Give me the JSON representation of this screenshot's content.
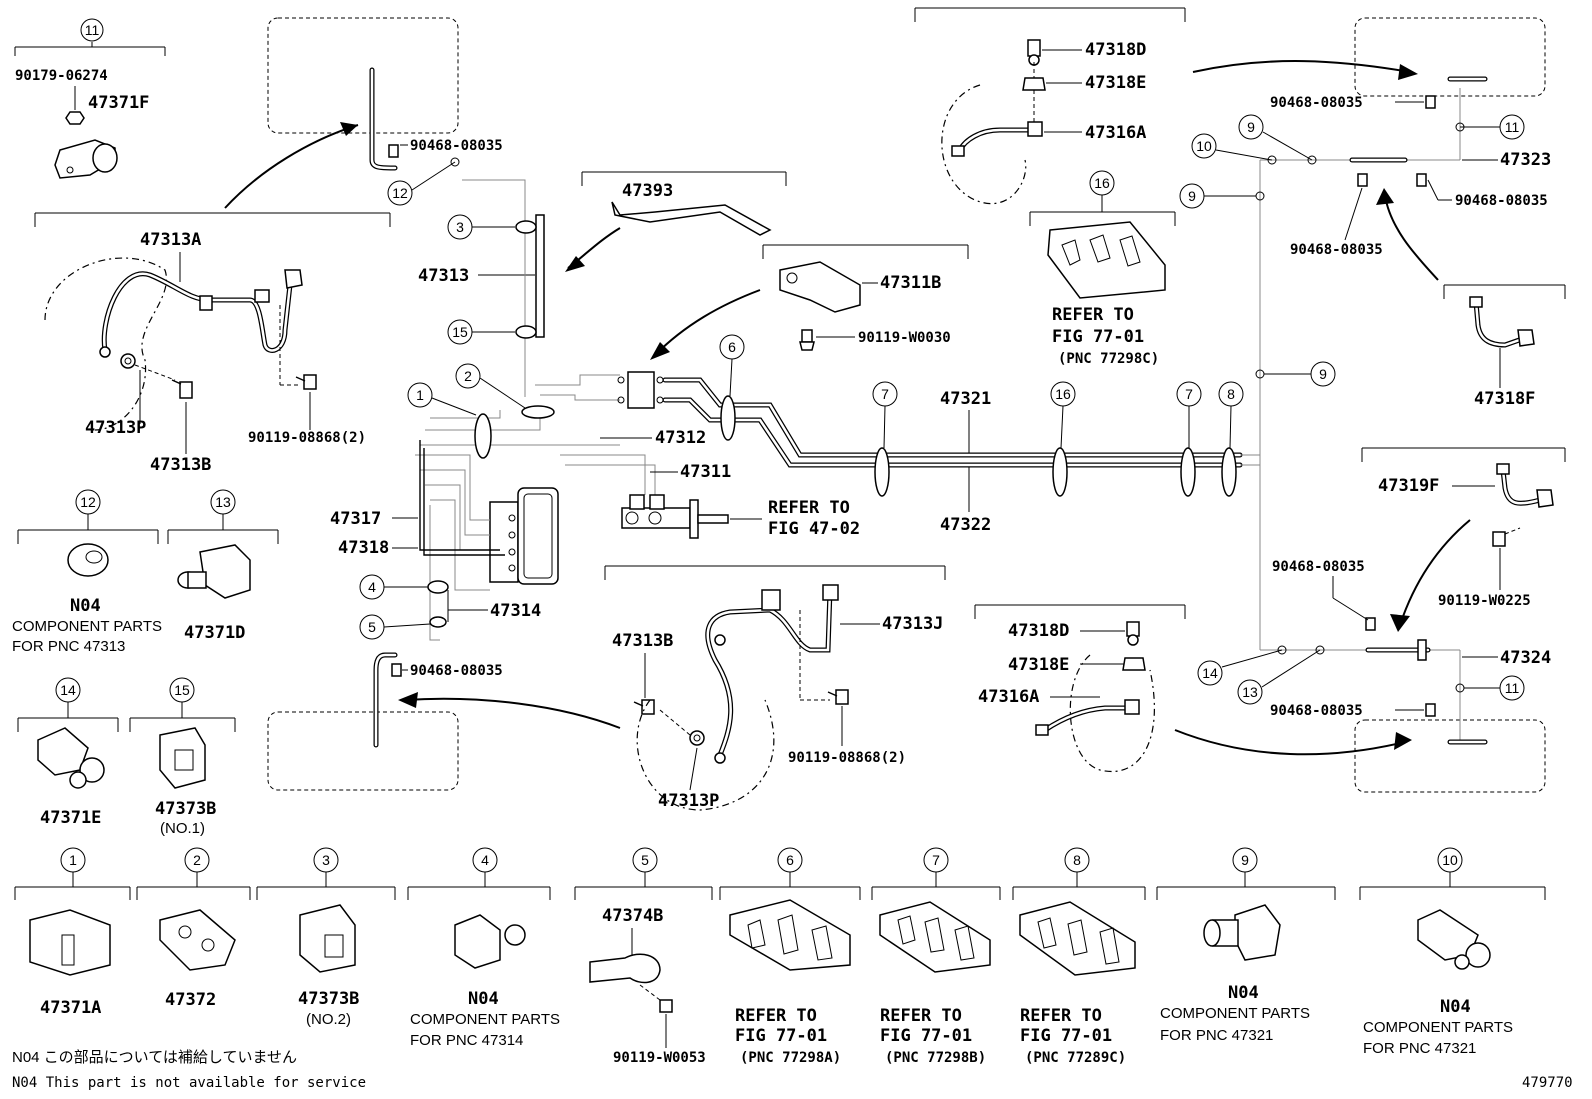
{
  "diagram_id": "479770",
  "labels": {
    "l47313A": "47313A",
    "l47313P_left": "47313P",
    "l47313B_left": "47313B",
    "l90119_08868_left": "90119-08868(2)",
    "l90179": "90179-06274",
    "l47371F": "47371F",
    "l90468_top": "90468-08035",
    "l47393": "47393",
    "l47313": "47313",
    "l47311B": "47311B",
    "l90119_W0030": "90119-W0030",
    "l47312": "47312",
    "l47311": "47311",
    "l47317": "47317",
    "l47318": "47318",
    "l47314": "47314",
    "l90468_mid": "90468-08035",
    "l47321": "47321",
    "l47322": "47322",
    "l47318D_top": "47318D",
    "l47318E_top": "47318E",
    "l47316A_top": "47316A",
    "l90468_r1": "90468-08035",
    "l47323": "47323",
    "l90468_r2": "90468-08035",
    "l90468_r3": "90468-08035",
    "l47318F": "47318F",
    "l47319F": "47319F",
    "l90119_W0225": "90119-W0225",
    "l90468_r4": "90468-08035",
    "l47324": "47324",
    "l90468_r5": "90468-08035",
    "l47313J": "47313J",
    "l47313B_mid": "47313B",
    "l47313P_mid": "47313P",
    "l90119_08868_mid": "90119-08868(2)",
    "l47318D_bot": "47318D",
    "l47318E_bot": "47318E",
    "l47316A_bot": "47316A",
    "refer_fig47_1": "REFER TO",
    "refer_fig47_2": "FIG 47-02",
    "refer_16_1": "REFER TO",
    "refer_16_2": "FIG 77-01",
    "refer_16_3": "(PNC 77298C)"
  },
  "callouts_main": [
    "1",
    "2",
    "3",
    "4",
    "5",
    "6",
    "7",
    "7",
    "8",
    "9",
    "9",
    "9",
    "10",
    "11",
    "11",
    "12",
    "13",
    "14",
    "15",
    "16"
  ],
  "legend_mid": [
    {
      "num": "12",
      "part": "N04",
      "desc1": "COMPONENT PARTS",
      "desc2": "FOR PNC 47313"
    },
    {
      "num": "13",
      "part": "47371D"
    },
    {
      "num": "14",
      "part": "47371E"
    },
    {
      "num": "15",
      "part": "47373B",
      "sub": "(NO.1)"
    },
    {
      "num": "11",
      "part": "47371F"
    }
  ],
  "legend_bottom": [
    {
      "num": "1",
      "part": "47371A"
    },
    {
      "num": "2",
      "part": "47372"
    },
    {
      "num": "3",
      "part": "47373B",
      "sub": "(NO.2)"
    },
    {
      "num": "4",
      "part": "N04",
      "desc1": "COMPONENT PARTS",
      "desc2": "FOR PNC 47314"
    },
    {
      "num": "5",
      "part": "47374B",
      "part2": "90119-W0053"
    },
    {
      "num": "6",
      "ref1": "REFER TO",
      "ref2": "FIG 77-01",
      "ref3": "(PNC 77298A)"
    },
    {
      "num": "7",
      "ref1": "REFER TO",
      "ref2": "FIG 77-01",
      "ref3": "(PNC 77298B)"
    },
    {
      "num": "8",
      "ref1": "REFER TO",
      "ref2": "FIG 77-01",
      "ref3": "(PNC 77289C)"
    },
    {
      "num": "9",
      "part": "N04",
      "desc1": "COMPONENT PARTS",
      "desc2": "FOR PNC 47321"
    },
    {
      "num": "10",
      "part": "N04",
      "desc1": "COMPONENT PARTS",
      "desc2": "FOR PNC 47321"
    }
  ],
  "footnotes": {
    "jp": "N04 この部品については補給していません",
    "en": "N04 This part is not available for service"
  }
}
